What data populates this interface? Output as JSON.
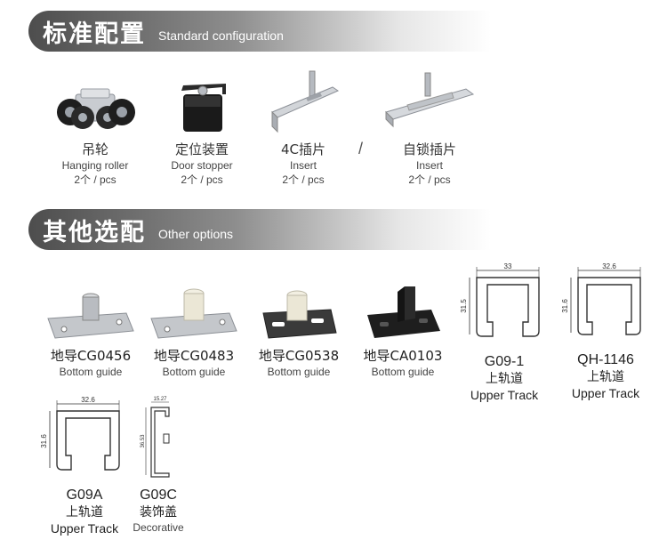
{
  "sections": {
    "standard": {
      "title_zh": "标准配置",
      "title_en": "Standard configuration"
    },
    "options": {
      "title_zh": "其他选配",
      "title_en": "Other options"
    }
  },
  "standard_items": [
    {
      "name_zh": "吊轮",
      "name_en": "Hanging roller",
      "qty": "2个 / pcs"
    },
    {
      "name_zh": "定位装置",
      "name_en": "Door stopper",
      "qty": "2个 / pcs"
    },
    {
      "name_zh": "4C插片",
      "name_en": "Insert",
      "qty": "2个 / pcs"
    },
    {
      "name_zh": "自锁插片",
      "name_en": "Insert",
      "qty": "2个 / pcs"
    }
  ],
  "separator": "/",
  "guides": [
    {
      "code": "地导CG0456",
      "name_en": "Bottom guide"
    },
    {
      "code": "地导CG0483",
      "name_en": "Bottom guide"
    },
    {
      "code": "地导CG0538",
      "name_en": "Bottom guide"
    },
    {
      "code": "地导CA0103",
      "name_en": "Bottom guide"
    }
  ],
  "tracks": [
    {
      "code": "G09-1",
      "name_zh": "上轨道",
      "name_en": "Upper  Track",
      "width": "33",
      "height": "31.5"
    },
    {
      "code": "QH-1146",
      "name_zh": "上轨道",
      "name_en": "Upper  Track",
      "width": "32.6",
      "height": "31.6"
    },
    {
      "code": "G09A",
      "name_zh": "上轨道",
      "name_en": "Upper  Track",
      "width": "32.6",
      "height": "31.6"
    },
    {
      "code": "G09C",
      "name_zh": "装饰盖",
      "name_en": "Decorative",
      "width": "15.27",
      "height": "36.53"
    }
  ]
}
